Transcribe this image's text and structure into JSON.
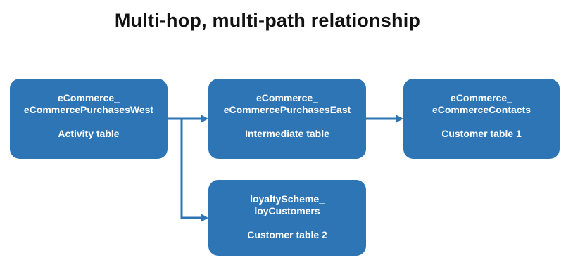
{
  "title": "Multi-hop, multi-path relationship",
  "colors": {
    "box_fill": "#2e75b6",
    "arrow": "#2e75b6",
    "box_text": "#ffffff",
    "title_text": "#111111"
  },
  "nodes": {
    "activity": {
      "name_line1": "eCommerce_",
      "name_line2": "eCommercePurchasesWest",
      "role": "Activity table"
    },
    "intermediate": {
      "name_line1": "eCommerce_",
      "name_line2": "eCommercePurchasesEast",
      "role": "Intermediate table"
    },
    "customer1": {
      "name_line1": "eCommerce_",
      "name_line2": "eCommerceContacts",
      "role": "Customer table 1"
    },
    "customer2": {
      "name_line1": "loyaltyScheme_",
      "name_line2": "loyCustomers",
      "role": "Customer table 2"
    }
  },
  "edges": [
    {
      "from": "activity",
      "to": "intermediate"
    },
    {
      "from": "intermediate",
      "to": "customer1"
    },
    {
      "from": "activity",
      "to": "customer2"
    }
  ]
}
